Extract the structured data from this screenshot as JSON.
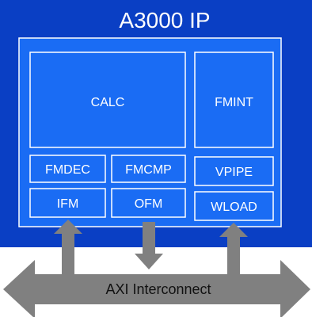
{
  "title": "A3000 IP",
  "blocks": {
    "calc": "CALC",
    "fmint": "FMINT",
    "fmdec": "FMDEC",
    "fmcmp": "FMCMP",
    "vpipe": "VPIPE",
    "ifm": "IFM",
    "ofm": "OFM",
    "wload": "WLOAD"
  },
  "bus": {
    "label": "AXI Interconnect"
  },
  "colors": {
    "outer_fill": "#0a3fc4",
    "core_fill": "#1a6cf4",
    "outline": "#ffffff",
    "arrow": "#808080"
  }
}
